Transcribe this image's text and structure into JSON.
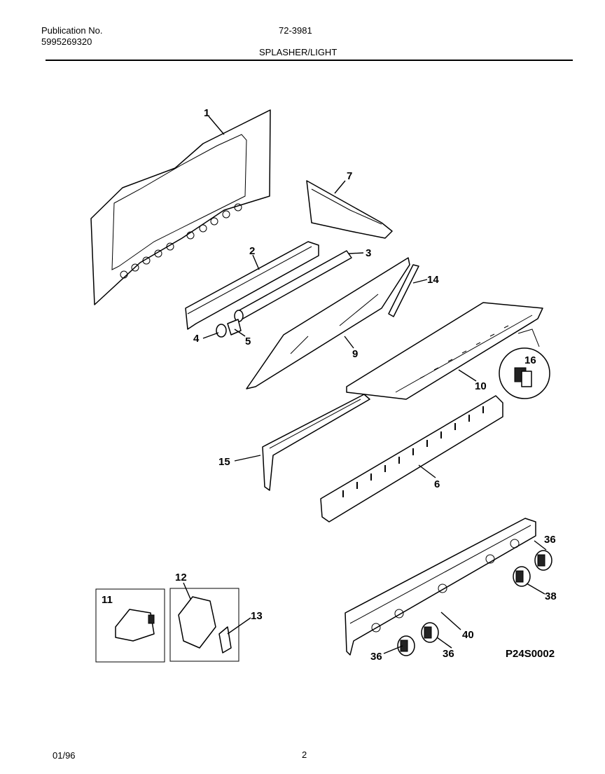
{
  "header": {
    "publication_label": "Publication No.",
    "publication_number": "5995269320",
    "model_number": "72-3981",
    "section_title": "SPLASHER/LIGHT"
  },
  "footer": {
    "date": "01/96",
    "page": "2"
  },
  "diagram": {
    "code": "P24S0002",
    "callouts": [
      "1",
      "2",
      "3",
      "4",
      "5",
      "6",
      "7",
      "9",
      "10",
      "11",
      "12",
      "13",
      "14",
      "15",
      "16",
      "36",
      "36",
      "36",
      "36",
      "38",
      "40"
    ]
  }
}
